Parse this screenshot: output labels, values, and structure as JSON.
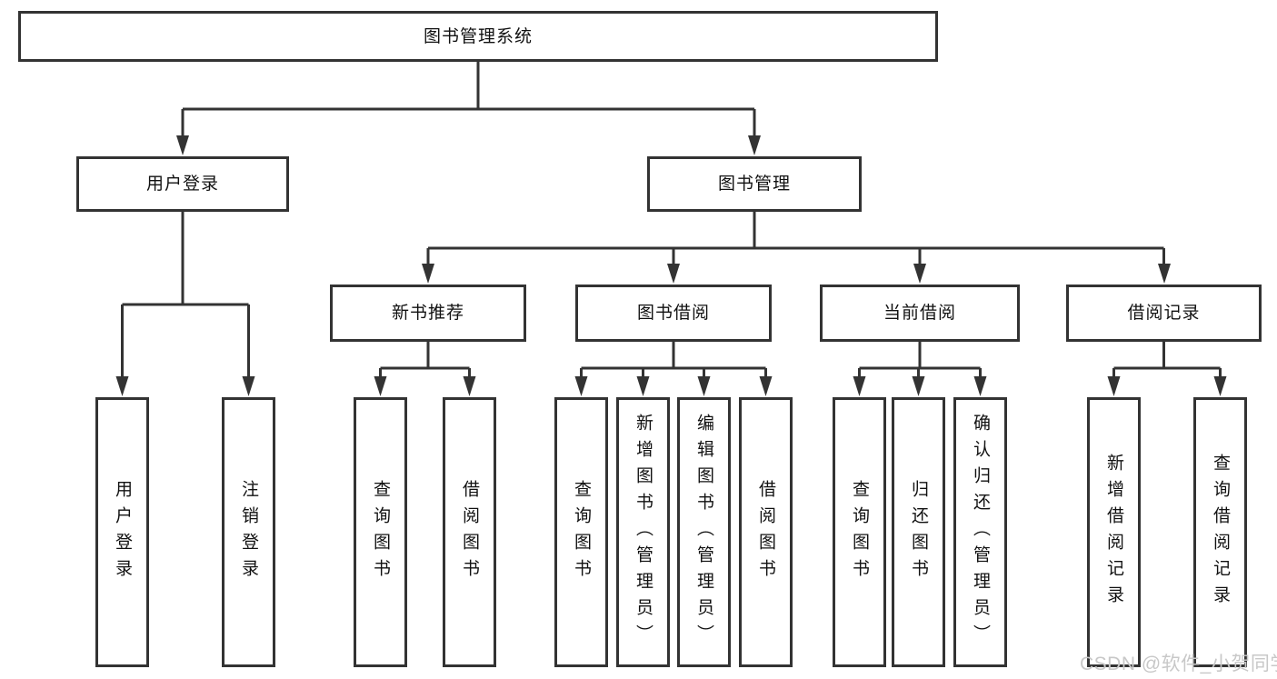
{
  "nodes": {
    "root": "图书管理系统",
    "user_login": "用户登录",
    "book_mgmt": "图书管理",
    "new_book_rec": "新书推荐",
    "book_borrow": "图书借阅",
    "current_borrow": "当前借阅",
    "borrow_records": "借阅记录",
    "leaf_user_login": "用户登录",
    "leaf_logout": "注销登录",
    "leaf_nb_query_book": "查询图书",
    "leaf_nb_borrow_book": "借阅图书",
    "leaf_bb_query_book": "查询图书",
    "leaf_bb_add_book": "新增图书（管理员）",
    "leaf_bb_edit_book": "编辑图书（管理员）",
    "leaf_bb_borrow_book": "借阅图书",
    "leaf_cb_query_book": "查询图书",
    "leaf_cb_return_book": "归还图书",
    "leaf_cb_confirm_return": "确认归还（管理员）",
    "leaf_br_add_record": "新增借阅记录",
    "leaf_br_query_record": "查询借阅记录"
  },
  "watermark": "CSDN @软件_小贺同学",
  "colors": {
    "line": "#333333",
    "box_border": "#333333",
    "box_fill": "#ffffff",
    "text": "#111111",
    "watermark": "#c8c8c8"
  }
}
